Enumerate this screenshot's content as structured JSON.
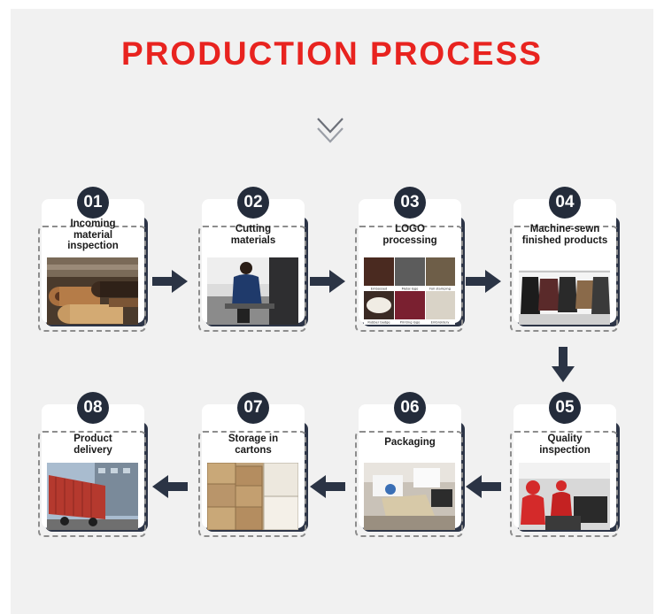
{
  "title": "PRODUCTION PROCESS",
  "colors": {
    "title": "#e8231f",
    "card_dark": "#242c3b",
    "arrow": "#2b3445",
    "panel": "#f1f1f1"
  },
  "steps": [
    {
      "number": "01",
      "label": "Incoming\nmaterial\ninspection",
      "image": "leather-rolls-photo"
    },
    {
      "number": "02",
      "label": "Cutting\nmaterials",
      "image": "worker-cutting-photo"
    },
    {
      "number": "03",
      "label": "LOGO\nprocessing",
      "image": "logo-samples-photo",
      "logo_samples": [
        "Embossed",
        "Metal logo",
        "Foil stamping",
        "Rubber badge",
        "Printing logo",
        "Embroidery"
      ]
    },
    {
      "number": "04",
      "label": "Machine-sewn\nfinished products",
      "image": "finished-bags-photo"
    },
    {
      "number": "05",
      "label": "Quality\ninspection",
      "image": "inspection-workers-photo"
    },
    {
      "number": "06",
      "label": "Packaging",
      "image": "packaging-photo"
    },
    {
      "number": "07",
      "label": "Storage in\ncartons",
      "image": "cartons-photo"
    },
    {
      "number": "08",
      "label": "Product\ndelivery",
      "image": "container-truck-photo"
    }
  ]
}
